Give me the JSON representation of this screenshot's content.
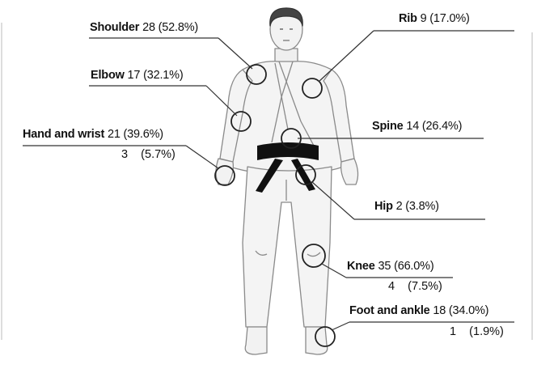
{
  "injuries": [
    {
      "key": "shoulder",
      "name": "Shoulder",
      "value": "28 (52.8%)"
    },
    {
      "key": "elbow",
      "name": "Elbow",
      "value": "17 (32.1%)"
    },
    {
      "key": "hand",
      "name": "Hand and wrist",
      "value": "21 (39.6%)",
      "extra": "3    (5.7%)"
    },
    {
      "key": "rib",
      "name": "Rib",
      "value": "9 (17.0%)"
    },
    {
      "key": "spine",
      "name": "Spine",
      "value": "14 (26.4%)"
    },
    {
      "key": "hip",
      "name": "Hip",
      "value": "2 (3.8%)"
    },
    {
      "key": "knee",
      "name": "Knee",
      "value": "35 (66.0%)",
      "extra": "4    (7.5%)"
    },
    {
      "key": "foot",
      "name": "Foot and ankle",
      "value": "18 (34.0%)",
      "extra": "1    (1.9%)"
    }
  ],
  "colors": {
    "ink": "#111111",
    "line": "#333333",
    "gi": "#f4f4f4",
    "gi_line": "#8a8a8a",
    "belt": "#111111",
    "skin": "#f2f2f2",
    "hair": "#333333"
  }
}
